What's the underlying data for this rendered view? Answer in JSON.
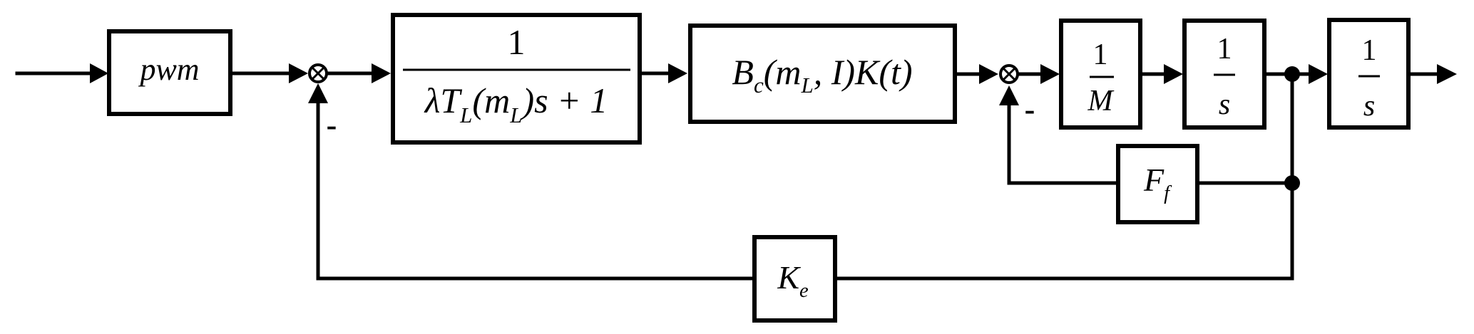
{
  "blocks": {
    "pwm": {
      "label": "pwm"
    },
    "lag": {
      "numerator": "1",
      "den_a": "λT",
      "den_sub1": "L",
      "den_b": "(m",
      "den_sub2": "L",
      "den_c": ")s + 1"
    },
    "gain": {
      "a": "B",
      "sub1": "c",
      "b": "(m",
      "sub2": "L",
      "c": ", I)K(t)"
    },
    "inv_mass": {
      "numerator": "1",
      "denominator": "M"
    },
    "integrator1": {
      "numerator": "1",
      "denominator": "s"
    },
    "integrator2": {
      "numerator": "1",
      "denominator": "s"
    },
    "friction": {
      "label": "F",
      "sub": "f"
    },
    "back_emf": {
      "label": "K",
      "sub": "e"
    }
  },
  "signs": {
    "sum1_minus": "-",
    "sum2_minus": "-"
  }
}
